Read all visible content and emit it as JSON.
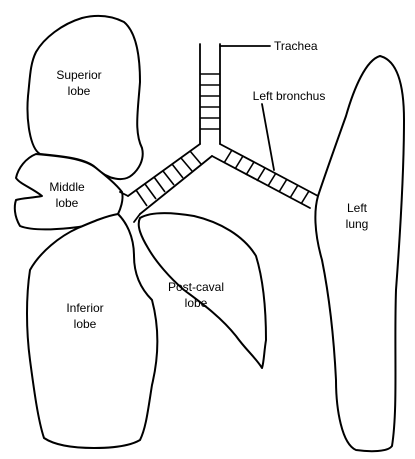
{
  "labels": {
    "trachea": "Trachea",
    "left_bronchus": "Left bronchus",
    "superior_lobe": [
      "Superior",
      "lobe"
    ],
    "middle_lobe": [
      "Middle",
      "lobe"
    ],
    "inferior_lobe": [
      "Inferior",
      "lobe"
    ],
    "post_caval_lobe": [
      "Post-caval",
      "lobe"
    ],
    "left_lung": [
      "Left",
      "lung"
    ]
  }
}
